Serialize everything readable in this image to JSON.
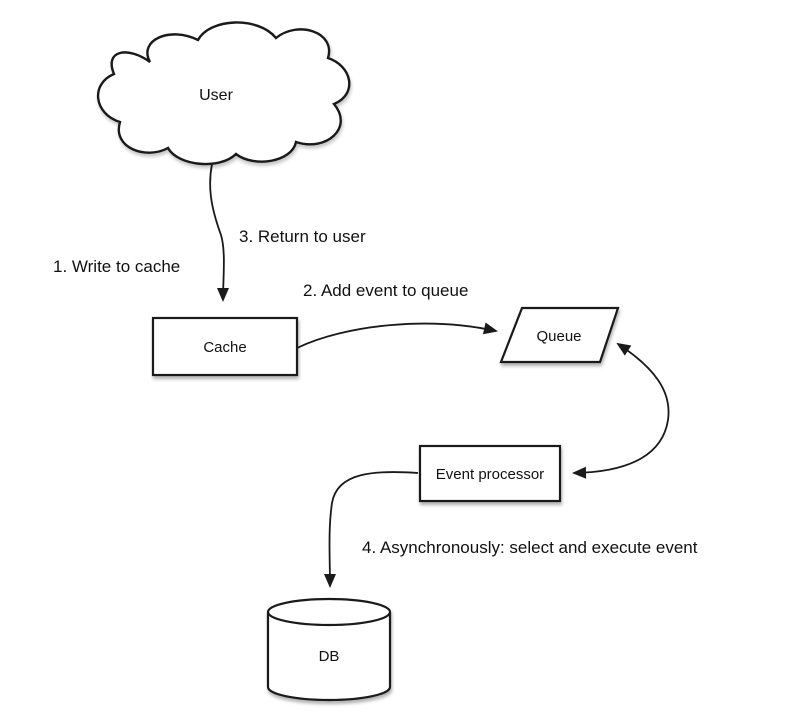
{
  "diagram": {
    "background": "#ffffff",
    "stroke_color": "#1a1a1a",
    "text_color": "#111111",
    "nodes": {
      "user": {
        "label": "User",
        "shape": "cloud"
      },
      "cache": {
        "label": "Cache",
        "shape": "rectangle"
      },
      "queue": {
        "label": "Queue",
        "shape": "parallelogram"
      },
      "event_processor": {
        "label": "Event processor",
        "shape": "rectangle"
      },
      "db": {
        "label": "DB",
        "shape": "cylinder"
      }
    },
    "edges": [
      {
        "from": "user",
        "to": "cache",
        "labels": [
          "1. Write to cache",
          "3. Return to user"
        ]
      },
      {
        "from": "cache",
        "to": "queue",
        "labels": [
          "2. Add event to queue"
        ]
      },
      {
        "from": "queue",
        "to": "event_processor",
        "labels": [],
        "arrowheads": "both"
      },
      {
        "from": "event_processor",
        "to": "db",
        "labels": [
          "4. Asynchronously: select and execute event"
        ]
      }
    ]
  }
}
